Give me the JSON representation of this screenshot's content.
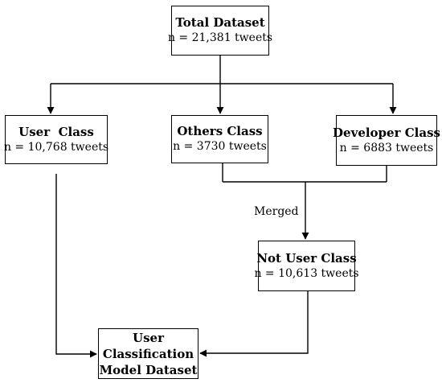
{
  "nodes": {
    "total": {
      "title": "Total Dataset",
      "subtitle": "n = 21,381 tweets"
    },
    "user": {
      "title": "User  Class",
      "subtitle": "n = 10,768 tweets"
    },
    "others": {
      "title": "Others Class",
      "subtitle": "n = 3730 tweets"
    },
    "developer": {
      "title": "Developer Class",
      "subtitle": "n = 6883 tweets"
    },
    "not_user": {
      "title": "Not User Class",
      "subtitle": "n = 10,613 tweets"
    },
    "model": {
      "lines": [
        "User",
        "Classification",
        "Model Dataset"
      ]
    }
  },
  "edge_labels": {
    "merged": "Merged"
  }
}
